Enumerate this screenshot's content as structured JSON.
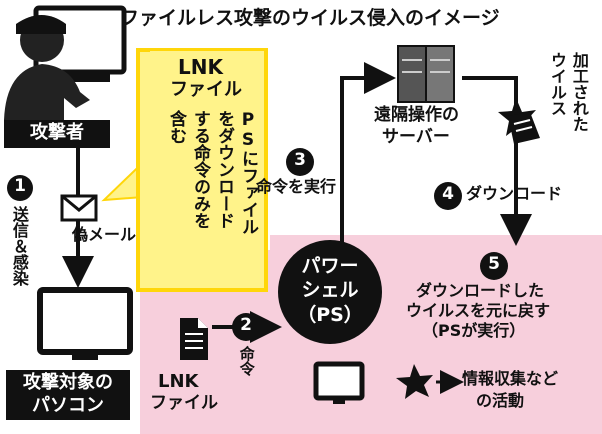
{
  "title": "ファイルレス攻撃のウイルス侵入のイメージ",
  "attacker": {
    "label": "攻撃者"
  },
  "lnk_callout": {
    "title_line1": "LNK",
    "title_line2": "ファイル",
    "desc_col1": "PSにファイル",
    "desc_col2": "をダウンロード",
    "desc_col3": "する命令のみを",
    "desc_col4": "含む"
  },
  "step1": {
    "number": "1",
    "label": "送信＆感染",
    "mail_label": "偽メール"
  },
  "step2": {
    "number": "2",
    "label": "命令"
  },
  "step3": {
    "number": "3",
    "label": "命令を実行"
  },
  "step4": {
    "number": "4",
    "label": "ダウンロード"
  },
  "step5": {
    "number": "5",
    "line1": "ダウンロードした",
    "line2": "ウイルスを元に戻す",
    "line3": "（PSが実行）"
  },
  "server": {
    "line1": "遠隔操作の",
    "line2": "サーバー"
  },
  "processed_virus": {
    "col1": "加工された",
    "col2": "ウイルス"
  },
  "powershell": {
    "line1": "パワー",
    "line2": "シェル",
    "line3": "（PS）"
  },
  "lnk_file": {
    "line1": "LNK",
    "line2": "ファイル"
  },
  "target_pc": {
    "line1": "攻撃対象の",
    "line2": "パソコン"
  },
  "activity": {
    "line1": "情報収集など",
    "line2": "の活動"
  },
  "colors": {
    "pink_zone": "#f7cfdc",
    "yellow_box": "#fff38a",
    "yellow_border": "#ffd60a",
    "dark": "#111111"
  }
}
